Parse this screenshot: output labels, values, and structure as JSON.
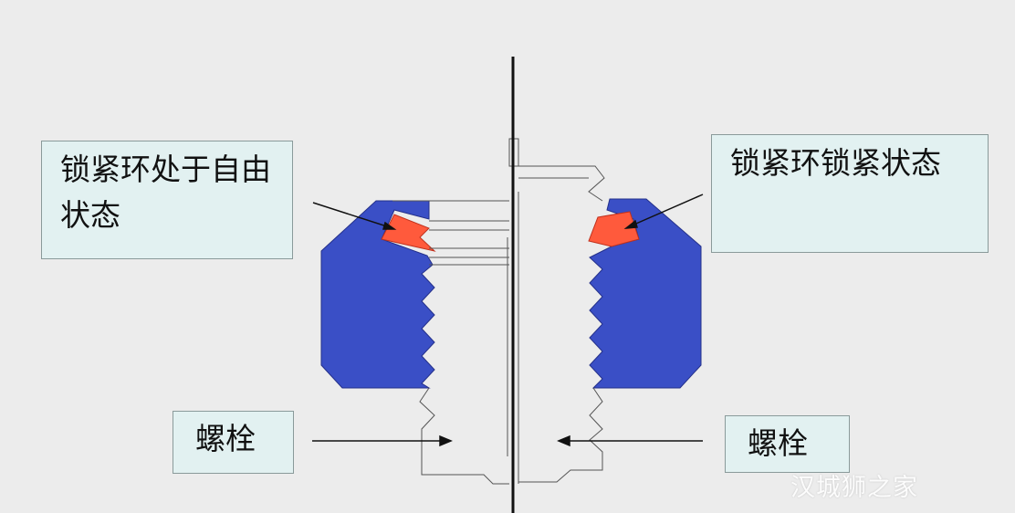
{
  "labels": {
    "left_top": "锁紧环处于自由状态",
    "right_top": "锁紧环锁紧状态",
    "left_bolt": "螺栓",
    "right_bolt": "螺栓"
  },
  "watermark": "汉城狮之家",
  "colors": {
    "background": "#ececec",
    "nut_body": "#3a4fc6",
    "locking_ring": "#ff5a3c",
    "callout_fill": "#e2f1f1",
    "line": "#111111"
  }
}
